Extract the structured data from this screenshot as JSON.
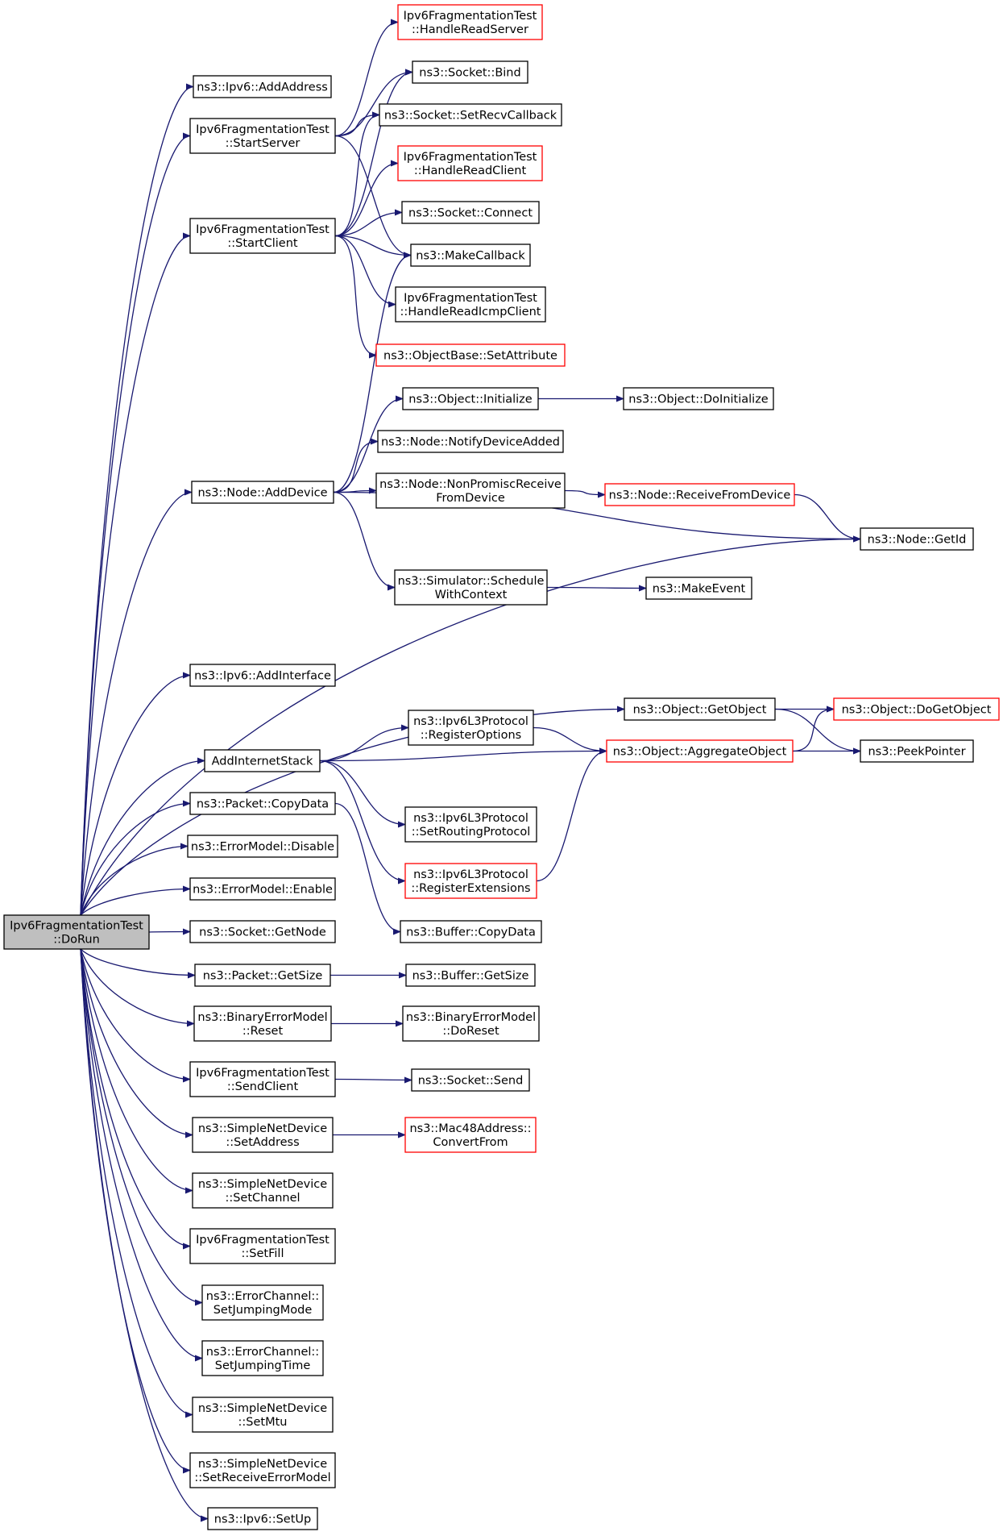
{
  "colors": {
    "edge": "#191970",
    "node_border": "#000000",
    "truncated_border": "#ff0000",
    "root_fill": "#bfbfbf",
    "node_fill": "#ffffff"
  },
  "graph": {
    "nodes": [
      {
        "id": "dorun",
        "lines": [
          "Ipv6FragmentationTest",
          "::DoRun"
        ],
        "kind": "root"
      },
      {
        "id": "ipv6_addaddress",
        "lines": [
          "ns3::Ipv6::AddAddress"
        ],
        "kind": "normal"
      },
      {
        "id": "startserver",
        "lines": [
          "Ipv6FragmentationTest",
          "::StartServer"
        ],
        "kind": "normal"
      },
      {
        "id": "startclient",
        "lines": [
          "Ipv6FragmentationTest",
          "::StartClient"
        ],
        "kind": "normal"
      },
      {
        "id": "node_adddevice",
        "lines": [
          "ns3::Node::AddDevice"
        ],
        "kind": "normal"
      },
      {
        "id": "ipv6_addinterface",
        "lines": [
          "ns3::Ipv6::AddInterface"
        ],
        "kind": "normal"
      },
      {
        "id": "addinternetstack",
        "lines": [
          "AddInternetStack"
        ],
        "kind": "normal"
      },
      {
        "id": "packet_copydata",
        "lines": [
          "ns3::Packet::CopyData"
        ],
        "kind": "normal"
      },
      {
        "id": "errormodel_disable",
        "lines": [
          "ns3::ErrorModel::Disable"
        ],
        "kind": "normal"
      },
      {
        "id": "errormodel_enable",
        "lines": [
          "ns3::ErrorModel::Enable"
        ],
        "kind": "normal"
      },
      {
        "id": "socket_getnode",
        "lines": [
          "ns3::Socket::GetNode"
        ],
        "kind": "normal"
      },
      {
        "id": "packet_getsize",
        "lines": [
          "ns3::Packet::GetSize"
        ],
        "kind": "normal"
      },
      {
        "id": "binaryerror_reset",
        "lines": [
          "ns3::BinaryErrorModel",
          "::Reset"
        ],
        "kind": "normal"
      },
      {
        "id": "sendclient",
        "lines": [
          "Ipv6FragmentationTest",
          "::SendClient"
        ],
        "kind": "normal"
      },
      {
        "id": "snd_setaddress",
        "lines": [
          "ns3::SimpleNetDevice",
          "::SetAddress"
        ],
        "kind": "normal"
      },
      {
        "id": "snd_setchannel",
        "lines": [
          "ns3::SimpleNetDevice",
          "::SetChannel"
        ],
        "kind": "normal"
      },
      {
        "id": "setfill",
        "lines": [
          "Ipv6FragmentationTest",
          "::SetFill"
        ],
        "kind": "normal"
      },
      {
        "id": "ec_setjumpingmode",
        "lines": [
          "ns3::ErrorChannel::",
          "SetJumpingMode"
        ],
        "kind": "normal"
      },
      {
        "id": "ec_setjumpingtime",
        "lines": [
          "ns3::ErrorChannel::",
          "SetJumpingTime"
        ],
        "kind": "normal"
      },
      {
        "id": "snd_setmtu",
        "lines": [
          "ns3::SimpleNetDevice",
          "::SetMtu"
        ],
        "kind": "normal"
      },
      {
        "id": "snd_setreceiveerrormodel",
        "lines": [
          "ns3::SimpleNetDevice",
          "::SetReceiveErrorModel"
        ],
        "kind": "normal"
      },
      {
        "id": "ipv6_setup",
        "lines": [
          "ns3::Ipv6::SetUp"
        ],
        "kind": "normal"
      },
      {
        "id": "handlereadserver",
        "lines": [
          "Ipv6FragmentationTest",
          "::HandleReadServer"
        ],
        "kind": "truncated"
      },
      {
        "id": "socket_bind",
        "lines": [
          "ns3::Socket::Bind"
        ],
        "kind": "normal"
      },
      {
        "id": "socket_setrecvcallback",
        "lines": [
          "ns3::Socket::SetRecvCallback"
        ],
        "kind": "normal"
      },
      {
        "id": "handlereadclient",
        "lines": [
          "Ipv6FragmentationTest",
          "::HandleReadClient"
        ],
        "kind": "truncated"
      },
      {
        "id": "socket_connect",
        "lines": [
          "ns3::Socket::Connect"
        ],
        "kind": "normal"
      },
      {
        "id": "makecallback",
        "lines": [
          "ns3::MakeCallback"
        ],
        "kind": "normal"
      },
      {
        "id": "handlereadicmpclient",
        "lines": [
          "Ipv6FragmentationTest",
          "::HandleReadIcmpClient"
        ],
        "kind": "normal"
      },
      {
        "id": "objectbase_setattribute",
        "lines": [
          "ns3::ObjectBase::SetAttribute"
        ],
        "kind": "truncated"
      },
      {
        "id": "object_initialize",
        "lines": [
          "ns3::Object::Initialize"
        ],
        "kind": "normal"
      },
      {
        "id": "object_doinitialize",
        "lines": [
          "ns3::Object::DoInitialize"
        ],
        "kind": "normal"
      },
      {
        "id": "node_notifydeviceadded",
        "lines": [
          "ns3::Node::NotifyDeviceAdded"
        ],
        "kind": "normal"
      },
      {
        "id": "node_nonpromiscreceive",
        "lines": [
          "ns3::Node::NonPromiscReceive",
          "FromDevice"
        ],
        "kind": "normal"
      },
      {
        "id": "node_receivefromdevice",
        "lines": [
          "ns3::Node::ReceiveFromDevice"
        ],
        "kind": "truncated"
      },
      {
        "id": "node_getid",
        "lines": [
          "ns3::Node::GetId"
        ],
        "kind": "normal"
      },
      {
        "id": "simulator_schedulewithcontext",
        "lines": [
          "ns3::Simulator::Schedule",
          "WithContext"
        ],
        "kind": "normal"
      },
      {
        "id": "makeevent",
        "lines": [
          "ns3::MakeEvent"
        ],
        "kind": "normal"
      },
      {
        "id": "object_getobject",
        "lines": [
          "ns3::Object::GetObject"
        ],
        "kind": "normal"
      },
      {
        "id": "object_dogetobject",
        "lines": [
          "ns3::Object::DoGetObject"
        ],
        "kind": "truncated"
      },
      {
        "id": "ipv6l3_registeroptions",
        "lines": [
          "ns3::Ipv6L3Protocol",
          "::RegisterOptions"
        ],
        "kind": "normal"
      },
      {
        "id": "object_aggregateobject",
        "lines": [
          "ns3::Object::AggregateObject"
        ],
        "kind": "truncated"
      },
      {
        "id": "peekpointer",
        "lines": [
          "ns3::PeekPointer"
        ],
        "kind": "normal"
      },
      {
        "id": "ipv6l3_setroutingprotocol",
        "lines": [
          "ns3::Ipv6L3Protocol",
          "::SetRoutingProtocol"
        ],
        "kind": "normal"
      },
      {
        "id": "ipv6l3_registerextensions",
        "lines": [
          "ns3::Ipv6L3Protocol",
          "::RegisterExtensions"
        ],
        "kind": "truncated"
      },
      {
        "id": "buffer_copydata",
        "lines": [
          "ns3::Buffer::CopyData"
        ],
        "kind": "normal"
      },
      {
        "id": "buffer_getsize",
        "lines": [
          "ns3::Buffer::GetSize"
        ],
        "kind": "normal"
      },
      {
        "id": "binaryerror_doreset",
        "lines": [
          "ns3::BinaryErrorModel",
          "::DoReset"
        ],
        "kind": "normal"
      },
      {
        "id": "socket_send",
        "lines": [
          "ns3::Socket::Send"
        ],
        "kind": "normal"
      },
      {
        "id": "mac48_convertfrom",
        "lines": [
          "ns3::Mac48Address::",
          "ConvertFrom"
        ],
        "kind": "truncated"
      }
    ],
    "edges": [
      {
        "from": "dorun",
        "to": "ipv6_addaddress"
      },
      {
        "from": "dorun",
        "to": "startserver"
      },
      {
        "from": "dorun",
        "to": "startclient"
      },
      {
        "from": "dorun",
        "to": "node_adddevice"
      },
      {
        "from": "dorun",
        "to": "node_getid"
      },
      {
        "from": "dorun",
        "to": "ipv6_addinterface"
      },
      {
        "from": "dorun",
        "to": "object_getobject"
      },
      {
        "from": "dorun",
        "to": "addinternetstack"
      },
      {
        "from": "dorun",
        "to": "packet_copydata"
      },
      {
        "from": "dorun",
        "to": "errormodel_disable"
      },
      {
        "from": "dorun",
        "to": "errormodel_enable"
      },
      {
        "from": "dorun",
        "to": "socket_getnode"
      },
      {
        "from": "dorun",
        "to": "packet_getsize"
      },
      {
        "from": "dorun",
        "to": "binaryerror_reset"
      },
      {
        "from": "dorun",
        "to": "sendclient"
      },
      {
        "from": "dorun",
        "to": "snd_setaddress"
      },
      {
        "from": "dorun",
        "to": "snd_setchannel"
      },
      {
        "from": "dorun",
        "to": "setfill"
      },
      {
        "from": "dorun",
        "to": "ec_setjumpingmode"
      },
      {
        "from": "dorun",
        "to": "ec_setjumpingtime"
      },
      {
        "from": "dorun",
        "to": "snd_setmtu"
      },
      {
        "from": "dorun",
        "to": "snd_setreceiveerrormodel"
      },
      {
        "from": "dorun",
        "to": "ipv6_setup"
      },
      {
        "from": "startserver",
        "to": "handlereadserver"
      },
      {
        "from": "startserver",
        "to": "socket_bind"
      },
      {
        "from": "startserver",
        "to": "socket_setrecvcallback"
      },
      {
        "from": "startserver",
        "to": "makecallback"
      },
      {
        "from": "startclient",
        "to": "socket_bind"
      },
      {
        "from": "startclient",
        "to": "socket_setrecvcallback"
      },
      {
        "from": "startclient",
        "to": "handlereadclient"
      },
      {
        "from": "startclient",
        "to": "socket_connect"
      },
      {
        "from": "startclient",
        "to": "makecallback"
      },
      {
        "from": "startclient",
        "to": "handlereadicmpclient"
      },
      {
        "from": "startclient",
        "to": "objectbase_setattribute"
      },
      {
        "from": "node_adddevice",
        "to": "makecallback"
      },
      {
        "from": "node_adddevice",
        "to": "object_initialize"
      },
      {
        "from": "node_adddevice",
        "to": "node_notifydeviceadded"
      },
      {
        "from": "node_adddevice",
        "to": "node_nonpromiscreceive"
      },
      {
        "from": "node_adddevice",
        "to": "node_getid"
      },
      {
        "from": "node_adddevice",
        "to": "simulator_schedulewithcontext"
      },
      {
        "from": "object_initialize",
        "to": "object_doinitialize"
      },
      {
        "from": "node_nonpromiscreceive",
        "to": "node_receivefromdevice"
      },
      {
        "from": "node_receivefromdevice",
        "to": "node_getid"
      },
      {
        "from": "simulator_schedulewithcontext",
        "to": "makeevent"
      },
      {
        "from": "object_getobject",
        "to": "object_dogetobject"
      },
      {
        "from": "object_getobject",
        "to": "peekpointer"
      },
      {
        "from": "addinternetstack",
        "to": "ipv6l3_registeroptions"
      },
      {
        "from": "addinternetstack",
        "to": "object_aggregateobject"
      },
      {
        "from": "addinternetstack",
        "to": "ipv6l3_setroutingprotocol"
      },
      {
        "from": "addinternetstack",
        "to": "ipv6l3_registerextensions"
      },
      {
        "from": "ipv6l3_registeroptions",
        "to": "object_aggregateobject"
      },
      {
        "from": "ipv6l3_registerextensions",
        "to": "object_aggregateobject"
      },
      {
        "from": "object_aggregateobject",
        "to": "object_dogetobject"
      },
      {
        "from": "object_aggregateobject",
        "to": "peekpointer"
      },
      {
        "from": "packet_copydata",
        "to": "buffer_copydata"
      },
      {
        "from": "packet_getsize",
        "to": "buffer_getsize"
      },
      {
        "from": "binaryerror_reset",
        "to": "binaryerror_doreset"
      },
      {
        "from": "sendclient",
        "to": "socket_send"
      },
      {
        "from": "snd_setaddress",
        "to": "mac48_convertfrom"
      }
    ]
  }
}
